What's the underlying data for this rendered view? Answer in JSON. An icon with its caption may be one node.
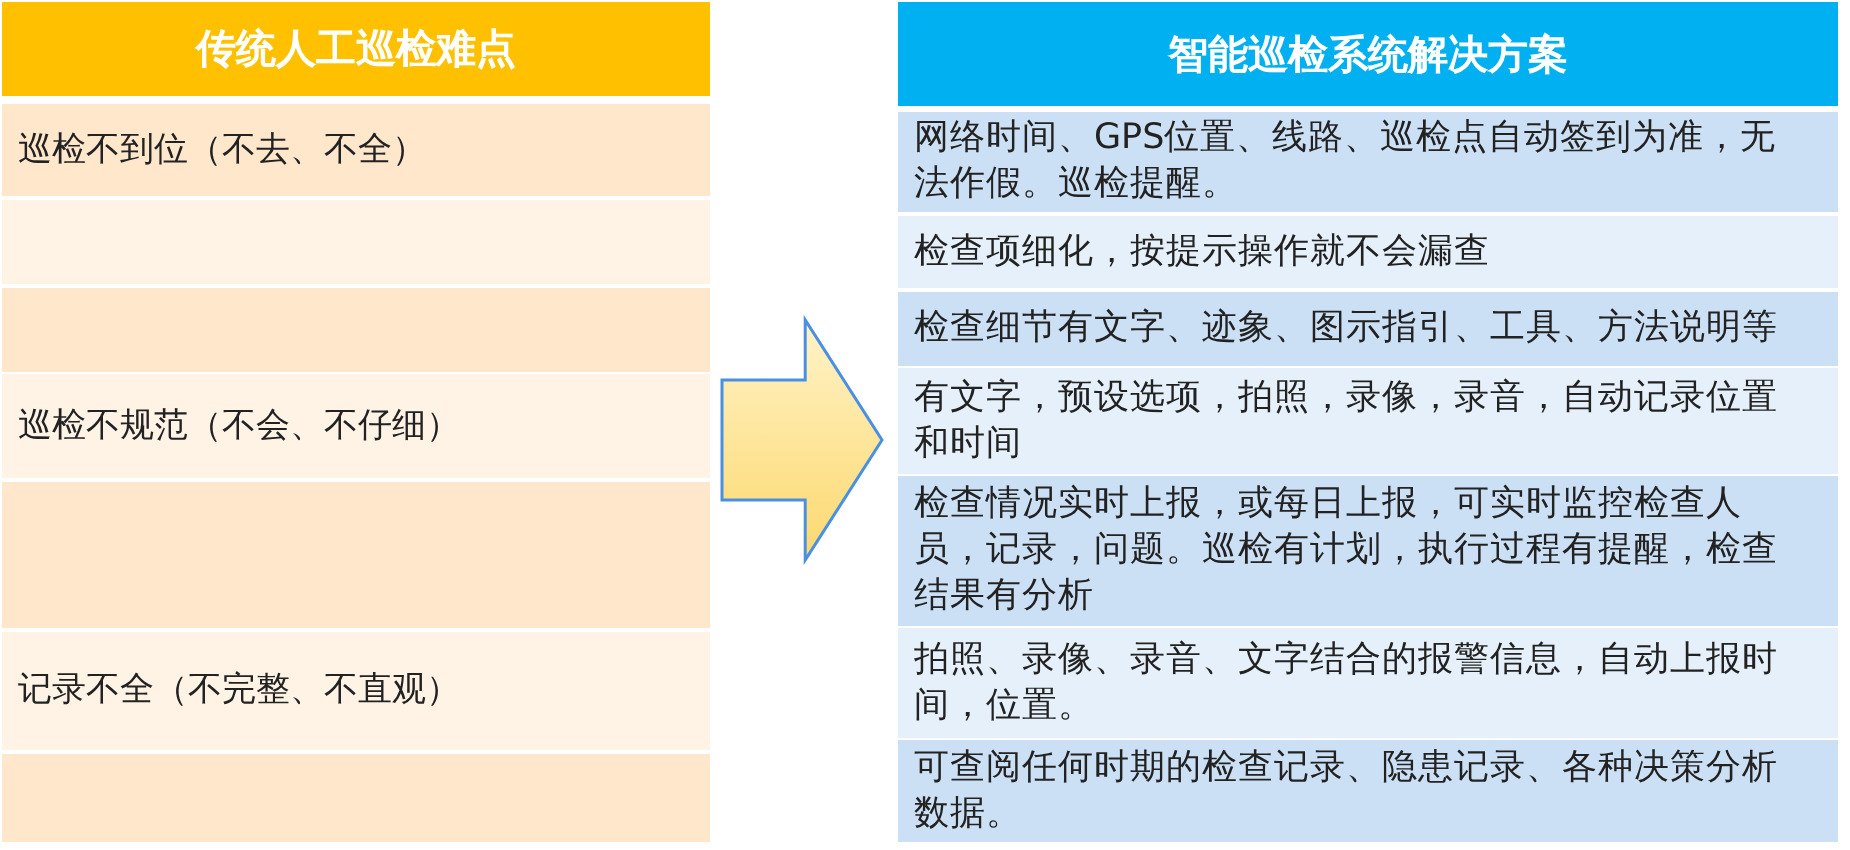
{
  "diagram": {
    "nodes": [
      {
        "text": [
          "传统人工巡检难点"
        ]
      },
      {
        "text": [
          "巡检不到位（不去、不全）"
        ],
        "in": 0
      },
      {
        "text": [],
        "shape": "box",
        "in": 0
      },
      {
        "text": [],
        "shape": "box",
        "in": 0
      },
      {
        "text": [
          "巡检不规范（不会、不仔细）"
        ],
        "in": 0
      },
      {
        "text": [],
        "shape": "box",
        "in": 0
      },
      {
        "text": [
          "记录不全（不完整、不直观）"
        ],
        "in": 0
      },
      {
        "text": [],
        "shape": "box",
        "in": 0
      },
      {
        "text": [
          "智能巡检系统解决方案"
        ]
      },
      {
        "text": [
          "网络时间、GPS位置、线路、巡检点自动签到为准，无法作假。巡检提醒。"
        ],
        "in": 8
      },
      {
        "text": [
          "检查项细化，按提示操作就不会漏查"
        ],
        "in": 8
      },
      {
        "text": [
          "检查细节有文字、迹象、图示指引、工具、方法说明等"
        ],
        "in": 8
      },
      {
        "text": [
          "有文字，预设选项，拍照，录像，录音，自动记录位置和时间"
        ],
        "in": 8
      },
      {
        "text": [
          "检查情况实时上报，或每日上报，可实时监控检查人员，记录，问题。巡检有计划，执行过程有提醒，检查结果有分析"
        ],
        "in": 8
      },
      {
        "text": [
          "拍照、录像、录音、文字结合的报警信息，自动上报时间，位置。"
        ],
        "in": 8
      },
      {
        "text": [
          "可查阅任何时期的检查记录、隐患记录、各种决策分析数据。"
        ],
        "in": 8
      }
    ],
    "edges": [
      {
        "from": 0,
        "to": 8,
        "arrow": "to",
        "style": "thick"
      }
    ]
  }
}
